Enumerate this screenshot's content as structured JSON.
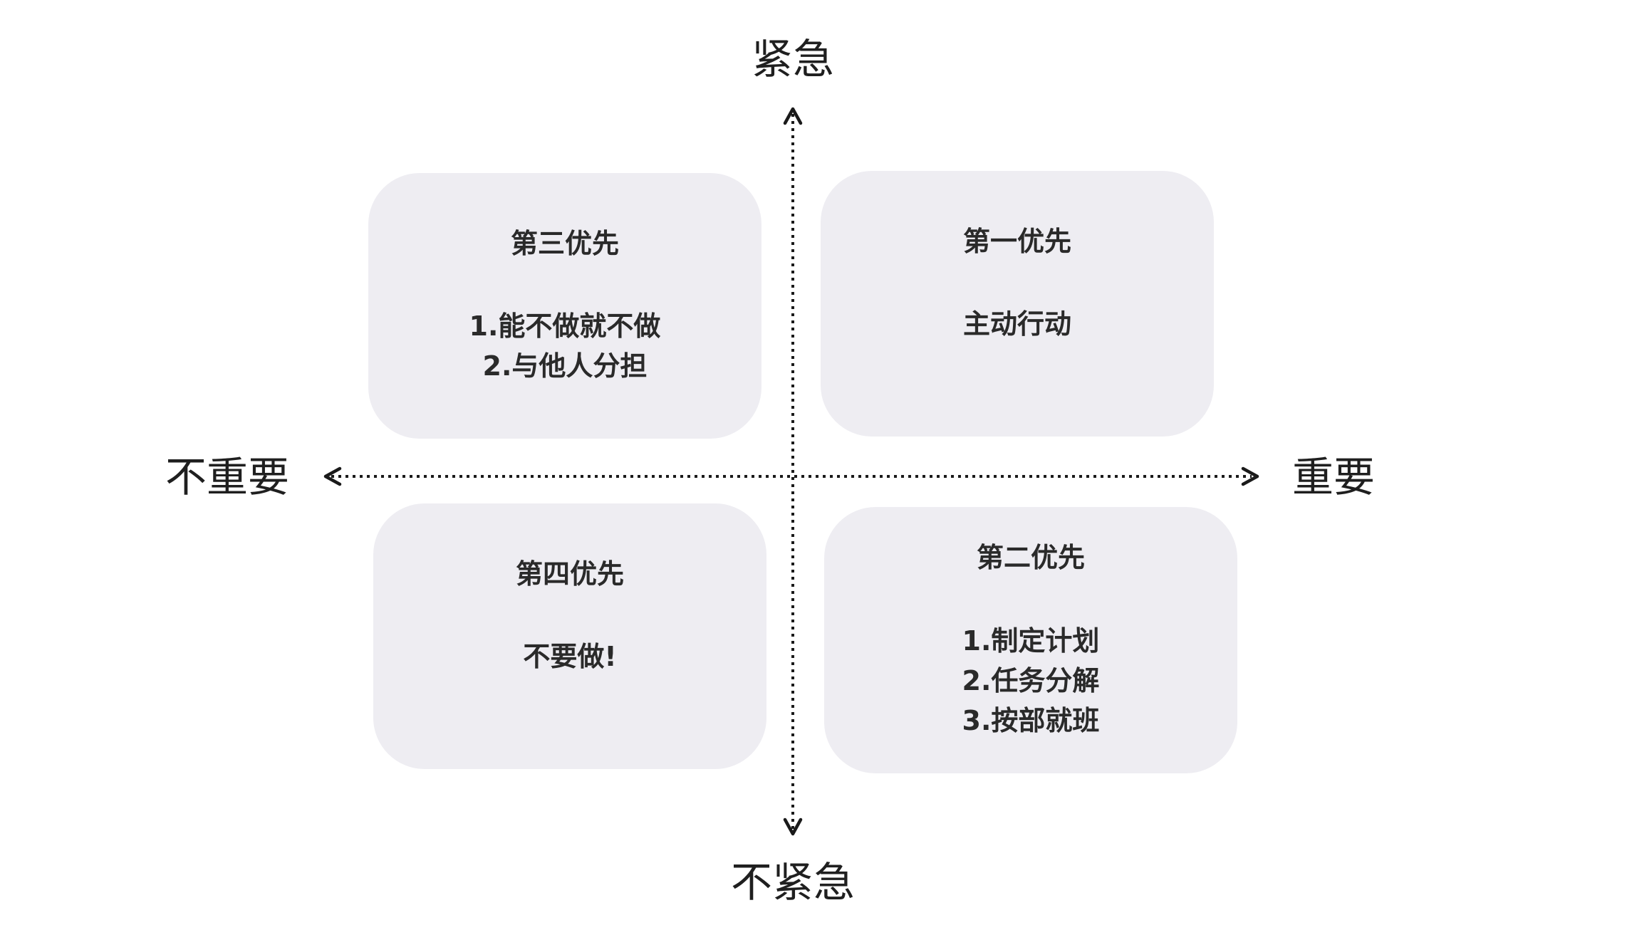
{
  "axes": {
    "top_label": "紧急",
    "bottom_label": "不紧急",
    "left_label": "不重要",
    "right_label": "重要"
  },
  "quadrants": {
    "urgent_unimportant": {
      "title": "第三优先",
      "items": [
        "1.能不做就不做",
        "2.与他人分担"
      ]
    },
    "urgent_important": {
      "title": "第一优先",
      "items": [
        "主动行动"
      ]
    },
    "not_urgent_unimportant": {
      "title": "第四优先",
      "items": [
        "不要做!"
      ]
    },
    "not_urgent_important": {
      "title": "第二优先",
      "items": [
        "1.制定计划",
        "2.任务分解",
        "3.按部就班"
      ]
    }
  },
  "colors": {
    "quadrant_background": "#eeedf2",
    "axis_line": "#1a1a1a",
    "text": "#2a2a2a"
  }
}
